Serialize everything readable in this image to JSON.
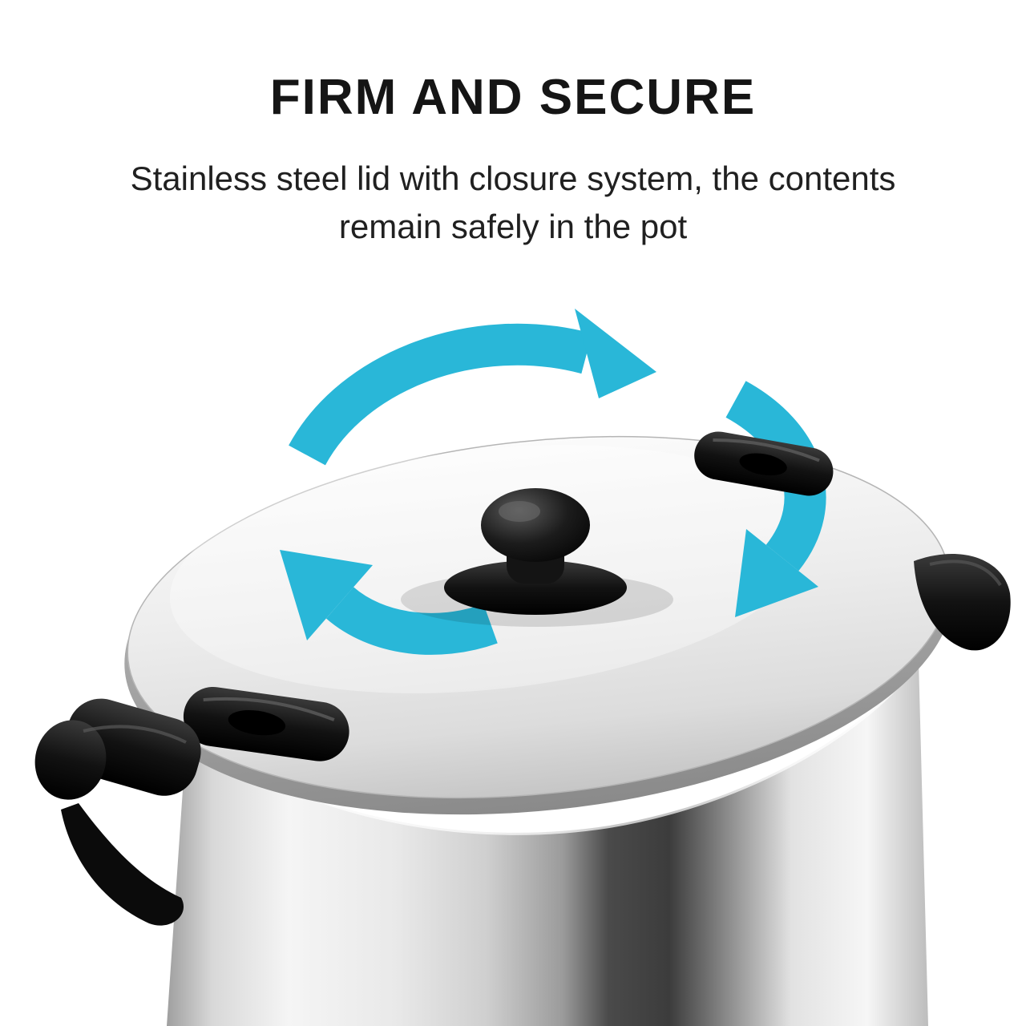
{
  "header": {
    "title": "FIRM AND SECURE",
    "subtitle_lines": [
      "Stainless steel lid with closure system, the contents",
      "remain safely in the pot"
    ]
  },
  "colors": {
    "accent": "#29b7d8",
    "text": "#151515",
    "clamp_black": "#0d0d0d"
  }
}
